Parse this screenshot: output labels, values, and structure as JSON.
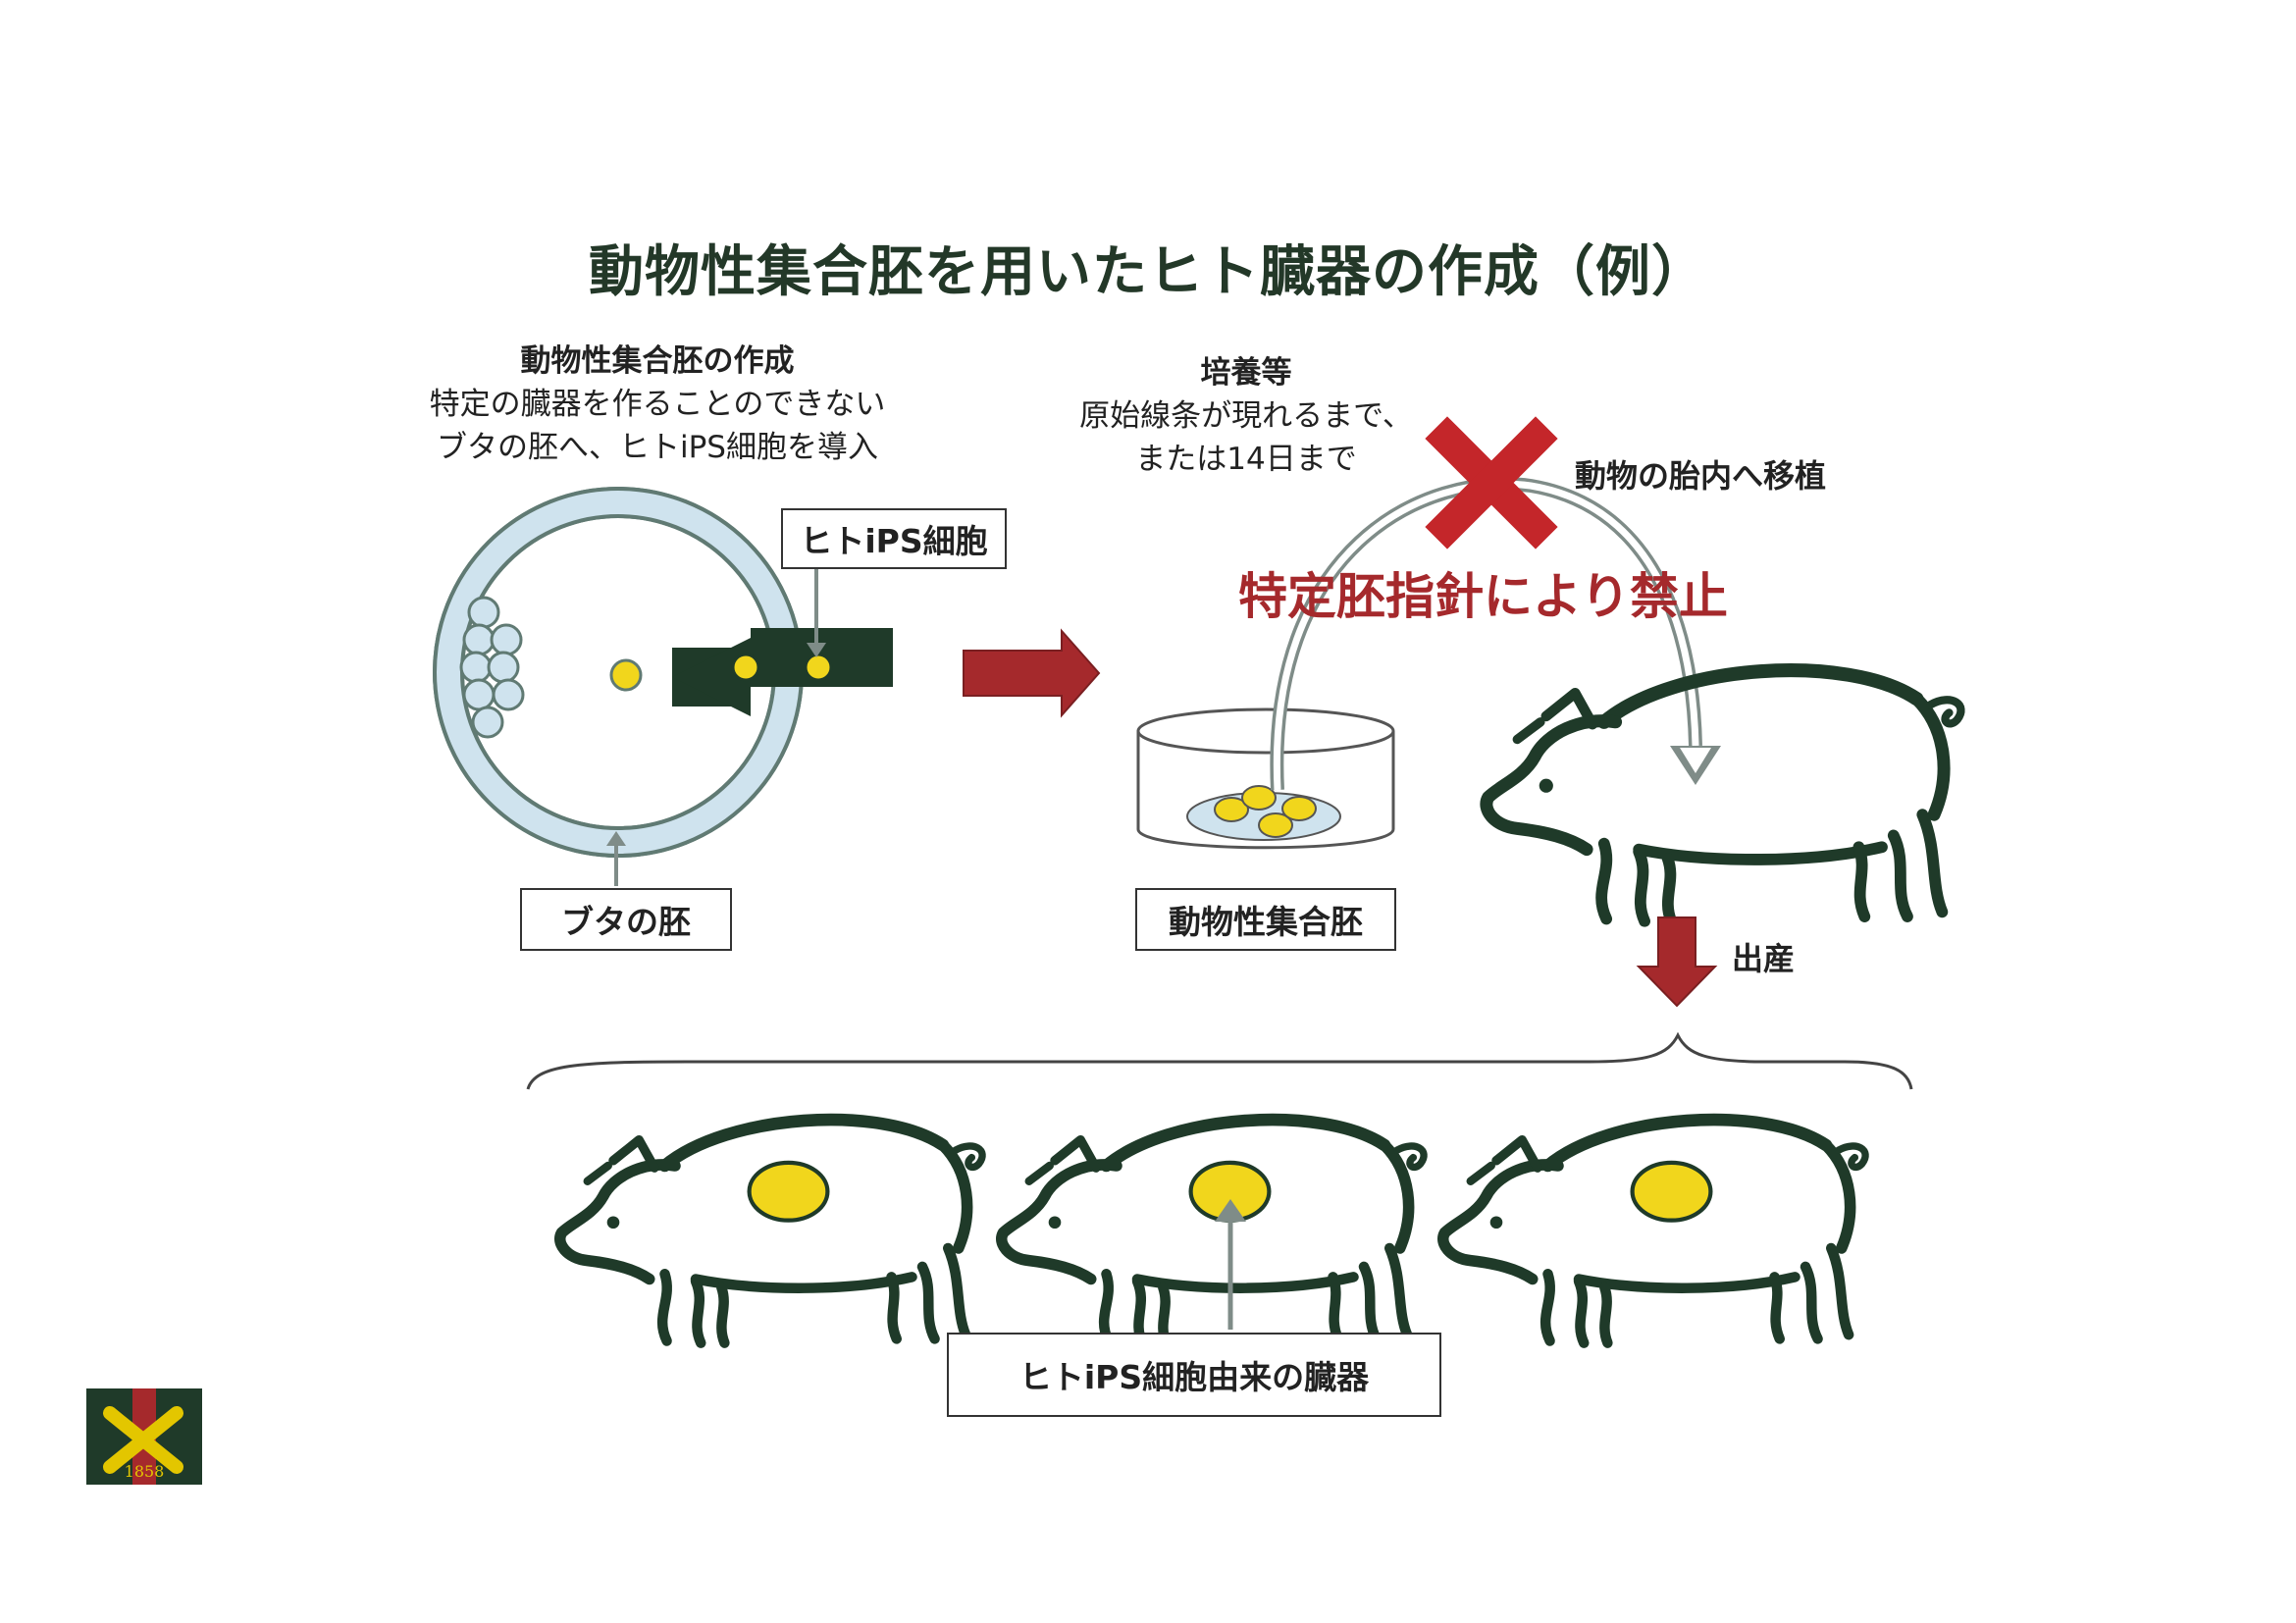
{
  "title": "動物性集合胚を用いたヒト臓器の作成（例）",
  "step1": {
    "heading": "動物性集合胚の作成",
    "line1": "特定の臓器を作ることのできない",
    "line2": "ブタの胚へ、ヒトiPS細胞を導入"
  },
  "labels": {
    "ips_cell": "ヒトiPS細胞",
    "pig_embryo": "ブタの胚",
    "chimera_embryo": "動物性集合胚",
    "derived_organ": "ヒトiPS細胞由来の臓器"
  },
  "step2": {
    "heading": "培養等",
    "line1": "原始線条が現れるまで、",
    "line2": "または14日まで"
  },
  "transplant": "動物の胎内へ移植",
  "prohibited": "特定胚指針により禁止",
  "birth": "出産",
  "logo_year": "1858",
  "colors": {
    "dark_green": "#1f3a29",
    "red": "#a5292c",
    "yellow": "#f1d61c",
    "light_blue": "#cfe3ee"
  }
}
